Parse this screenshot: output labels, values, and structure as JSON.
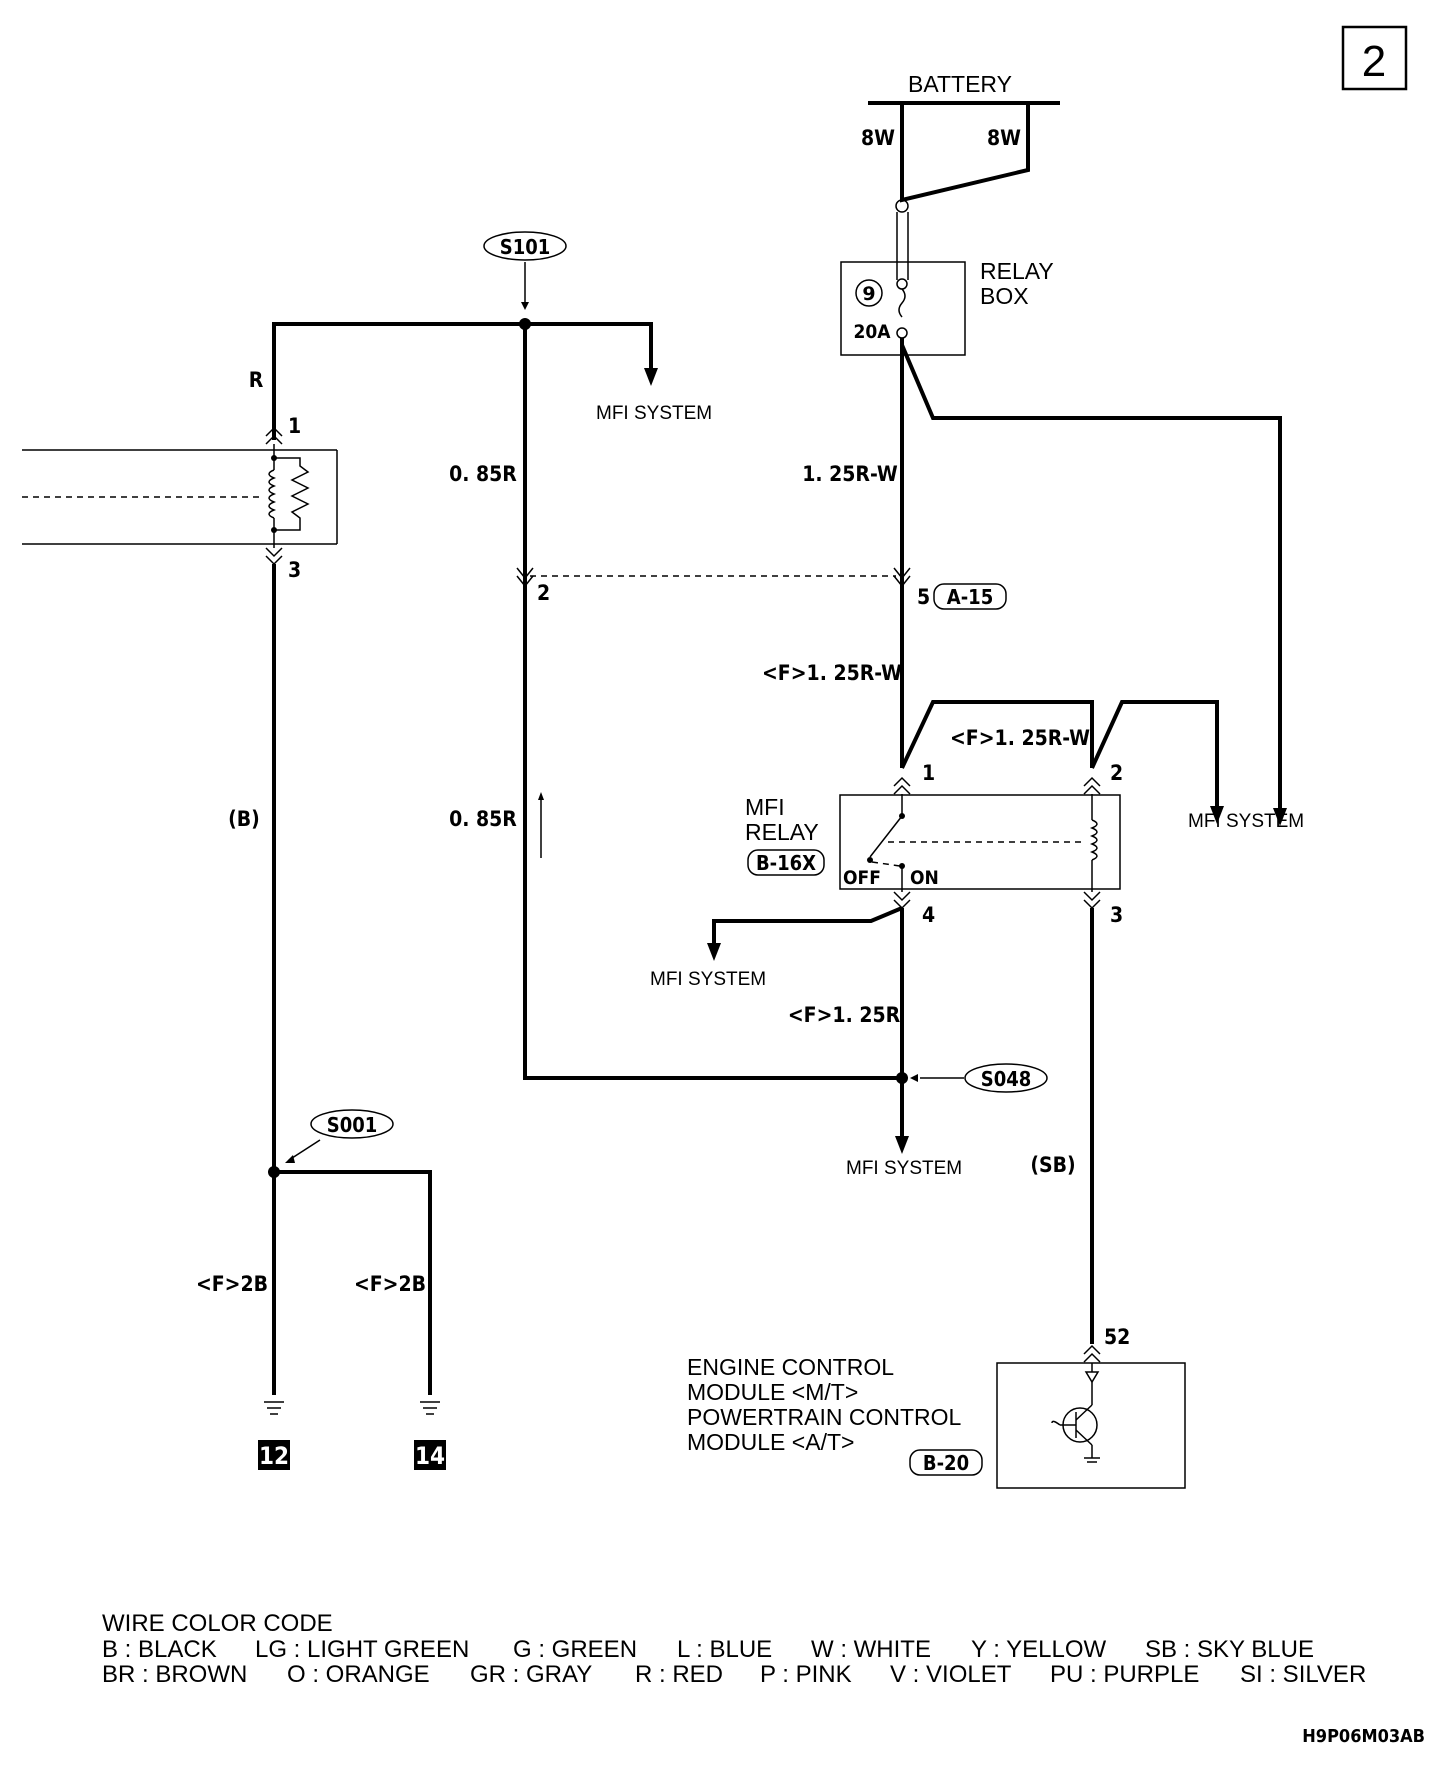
{
  "page_number": "2",
  "battery": {
    "label": "BATTERY",
    "wire_left": "8W",
    "wire_right": "8W"
  },
  "relay_box": {
    "label_line1": "RELAY",
    "label_line2": "BOX",
    "fuse_number": "9",
    "fuse_rating": "20A"
  },
  "splices": {
    "s101": "S101",
    "s048": "S048",
    "s001": "S001"
  },
  "connectors": {
    "a15": "A-15",
    "b16x": "B-16X",
    "b20": "B-20"
  },
  "wires": {
    "r": "R",
    "r085_top": "0. 85R",
    "r085_mid": "0. 85R",
    "rw125": "1. 25R-W",
    "f_rw125_a": "<F>1. 25R-W",
    "f_rw125_b": "<F>1. 25R-W",
    "f_r125": "<F>1. 25R",
    "b_paren": "(B)",
    "sb_paren": "(SB)",
    "f2b_left": "<F>2B",
    "f2b_right": "<F>2B"
  },
  "pins": {
    "p1_left": "1",
    "p3_left": "3",
    "p2_join": "2",
    "p5_join": "5",
    "relay_p1": "1",
    "relay_p2": "2",
    "relay_p3": "3",
    "relay_p4": "4",
    "ecm_p52": "52"
  },
  "mfi_relay": {
    "line1": "MFI",
    "line2": "RELAY",
    "off": "OFF",
    "on": "ON"
  },
  "mfi_system_labels": {
    "top": "MFI SYSTEM",
    "right": "MFI SYSTEM",
    "left_mid": "MFI SYSTEM",
    "bottom": "MFI SYSTEM"
  },
  "grounds": {
    "g12": "12",
    "g14": "14"
  },
  "ecm": {
    "line1": "ENGINE CONTROL",
    "line2": "MODULE <M/T>",
    "line3": "POWERTRAIN CONTROL",
    "line4": "MODULE <A/T>"
  },
  "legend": {
    "title": "WIRE COLOR CODE",
    "row1": [
      "B : BLACK",
      "LG : LIGHT GREEN",
      "G : GREEN",
      "L : BLUE",
      "W : WHITE",
      "Y : YELLOW",
      "SB : SKY BLUE"
    ],
    "row2": [
      "BR : BROWN",
      "O : ORANGE",
      "GR : GRAY",
      "R : RED",
      "P : PINK",
      "V : VIOLET",
      "PU : PURPLE",
      "SI : SILVER"
    ]
  },
  "doc_code": "H9P06M03AB"
}
